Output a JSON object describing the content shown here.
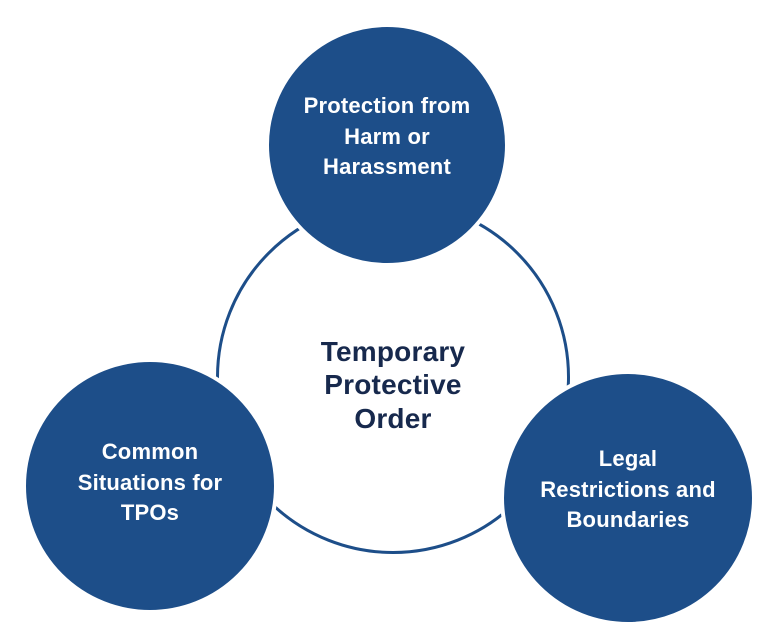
{
  "diagram": {
    "center": {
      "label": "Temporary\nProtective\nOrder"
    },
    "nodes": [
      {
        "id": "protection",
        "label": "Protection from\nHarm or\nHarassment"
      },
      {
        "id": "situations",
        "label": "Common\nSituations for\nTPOs"
      },
      {
        "id": "restrictions",
        "label": "Legal\nRestrictions and\nBoundaries"
      }
    ],
    "colors": {
      "node_fill": "#1D4E89",
      "ring_stroke": "#1D4E89",
      "center_text": "#17294D",
      "node_text": "#FFFFFF",
      "background": "#FFFFFF"
    }
  }
}
